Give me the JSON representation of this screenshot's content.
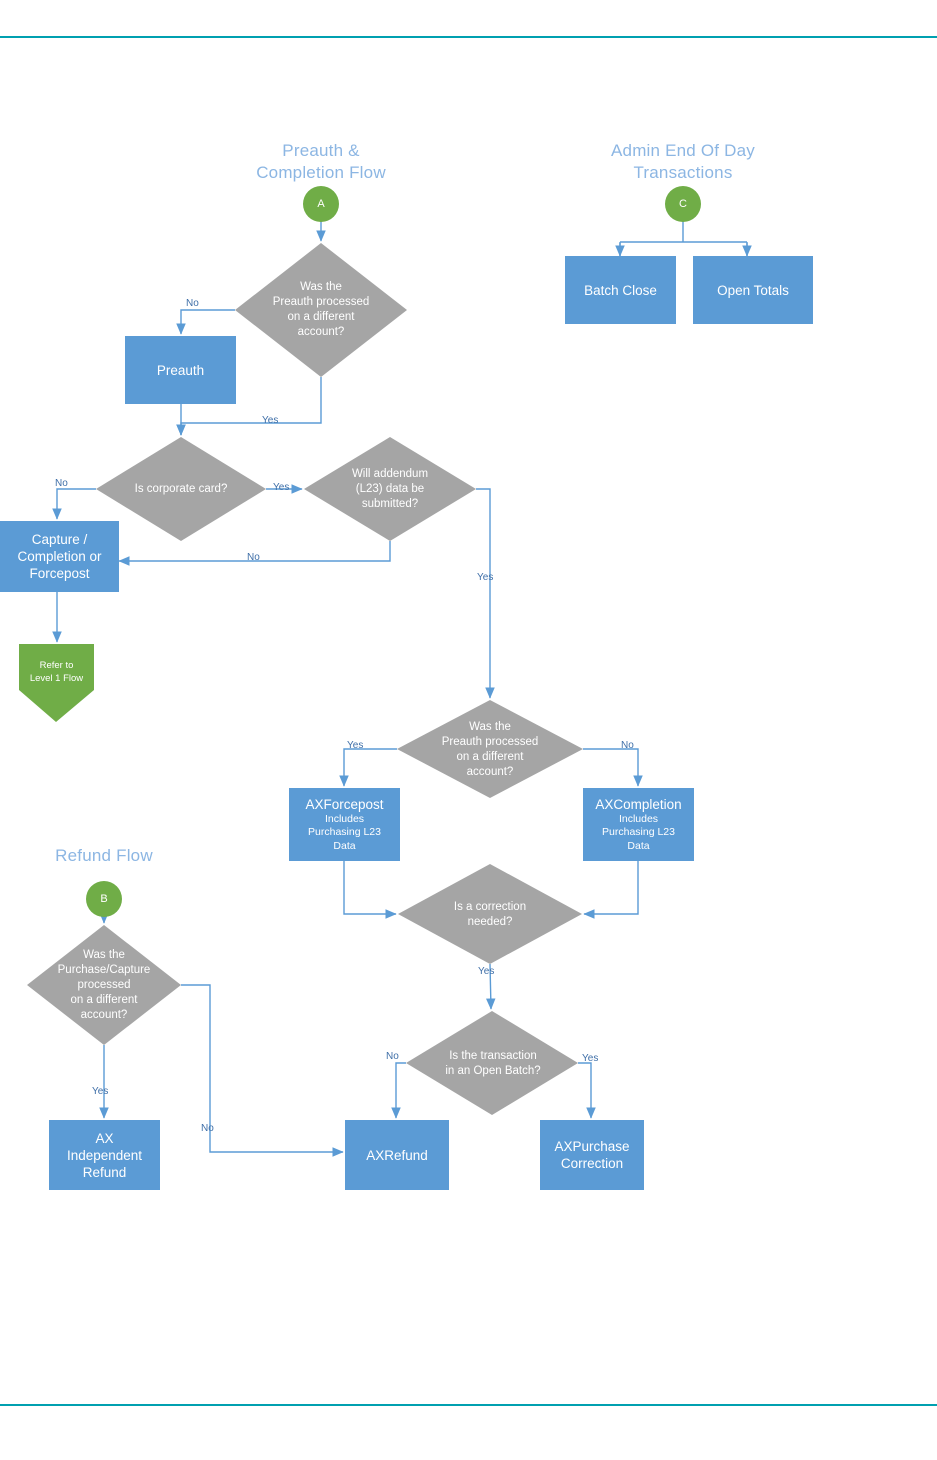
{
  "page": {
    "divider_color": "#00A0B0",
    "background": "#FFFFFF"
  },
  "palette": {
    "process_blue": "#5B9BD5",
    "decision_gray": "#A5A5A5",
    "terminator_green": "#70AD47",
    "connector_blue": "#5B9BD5",
    "title_blue": "#8CB6E3",
    "edge_label_blue": "#3F6FA8"
  },
  "flows": {
    "preauth": {
      "title_line1": "Preauth &",
      "title_line2": "Completion Flow"
    },
    "admin": {
      "title_line1": "Admin End Of Day",
      "title_line2": "Transactions"
    },
    "refund": {
      "title_line1": "Refund Flow"
    }
  },
  "connectors": {
    "a": "A",
    "b": "B",
    "c": "C"
  },
  "nodes": {
    "preauth_diamond_1": {
      "l1": "Was the",
      "l2": "Preauth processed",
      "l3": "on a different",
      "l4": "account?"
    },
    "preauth_box": {
      "label": "Preauth"
    },
    "corporate_card_diamond": {
      "label": "Is corporate card?"
    },
    "addendum_diamond": {
      "l1": "Will addendum",
      "l2": "(L23) data be",
      "l3": "submitted?"
    },
    "capture_box": {
      "l1": "Capture /",
      "l2": "Completion or",
      "l3": "Forcepost"
    },
    "refer_level1": {
      "l1": "Refer to",
      "l2": "Level 1 Flow"
    },
    "batch_close_box": {
      "label": "Batch Close"
    },
    "open_totals_box": {
      "label": "Open Totals"
    },
    "preauth_diamond_2": {
      "l1": "Was the",
      "l2": "Preauth processed",
      "l3": "on a different",
      "l4": "account?"
    },
    "axforcepost_box": {
      "title": "AXForcepost",
      "l1": "Includes",
      "l2": "Purchasing L23",
      "l3": "Data"
    },
    "axcompletion_box": {
      "title": "AXCompletion",
      "l1": "Includes",
      "l2": "Purchasing L23",
      "l3": "Data"
    },
    "correction_diamond": {
      "l1": "Is a correction",
      "l2": "needed?"
    },
    "open_batch_diamond": {
      "l1": "Is the transaction",
      "l2": "in an Open Batch?"
    },
    "purchase_capture_diamond": {
      "l1": "Was the",
      "l2": "Purchase/Capture",
      "l3": "processed",
      "l4": "on a different",
      "l5": "account?"
    },
    "ax_independent_refund_box": {
      "l1": "AX",
      "l2": "Independent",
      "l3": "Refund"
    },
    "axrefund_box": {
      "label": "AXRefund"
    },
    "axpurchase_correction_box": {
      "l1": "AXPurchase",
      "l2": "Correction"
    }
  },
  "edge_labels": {
    "d1_no": "No",
    "d1_yes": "Yes",
    "corp_no": "No",
    "corp_yes": "Yes",
    "addendum_no": "No",
    "addendum_yes": "Yes",
    "d2_yes": "Yes",
    "d2_no": "No",
    "correction_yes": "Yes",
    "batch_no": "No",
    "batch_yes": "Yes",
    "refund_yes": "Yes",
    "refund_no": "No"
  }
}
